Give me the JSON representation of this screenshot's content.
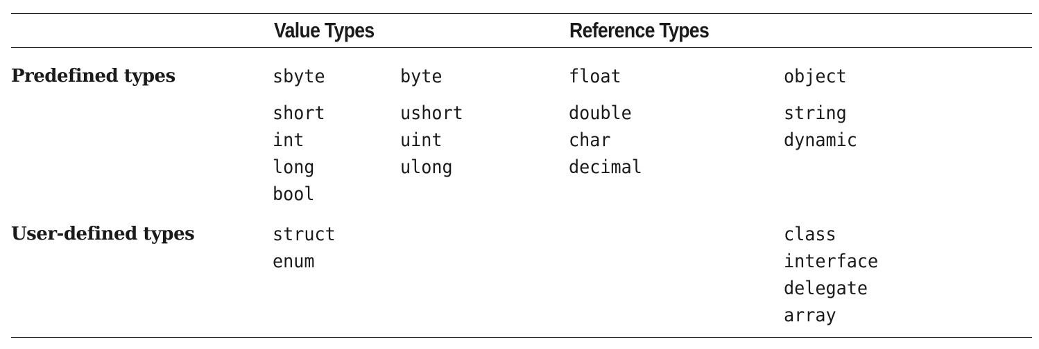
{
  "table": {
    "headers": {
      "value_types": "Value Types",
      "reference_types": "Reference Types"
    },
    "rows": [
      {
        "label": "Predefined types",
        "value_col1_top": [
          "sbyte"
        ],
        "value_col2_top": [
          "byte"
        ],
        "value_col3_top": [
          "float"
        ],
        "reference_top": [
          "object"
        ],
        "value_col1": [
          "short",
          "int",
          "long",
          "bool"
        ],
        "value_col2": [
          "ushort",
          "uint",
          "ulong"
        ],
        "value_col3": [
          "double",
          "char",
          "decimal"
        ],
        "reference": [
          "string",
          "dynamic"
        ]
      },
      {
        "label": "User-defined types",
        "value_col1": [
          "struct",
          "enum"
        ],
        "reference": [
          "class",
          "interface",
          "delegate",
          "array"
        ]
      }
    ]
  }
}
